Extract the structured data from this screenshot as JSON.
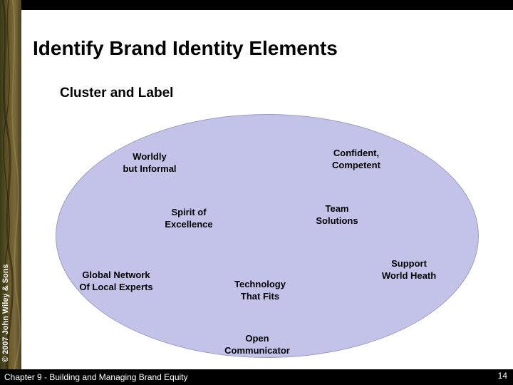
{
  "slide": {
    "title": "Identify Brand Identity Elements",
    "subtitle": "Cluster and Label",
    "copyright": "© 2007 John Wiley & Sons"
  },
  "clusters": [
    "Worldly\nbut Informal",
    "Confident,\nCompetent",
    "Spirit of\nExcellence",
    "Team\nSolutions",
    "Global Network\nOf Local Experts",
    "Technology\nThat Fits",
    "Support\nWorld Heath",
    "Open\nCommunicator"
  ],
  "footer": {
    "chapter": "Chapter 9 - Building and Managing Brand Equity",
    "page_number": "14"
  },
  "colors": {
    "ellipse_fill": "#c3c3ea",
    "bars": "#000000"
  }
}
